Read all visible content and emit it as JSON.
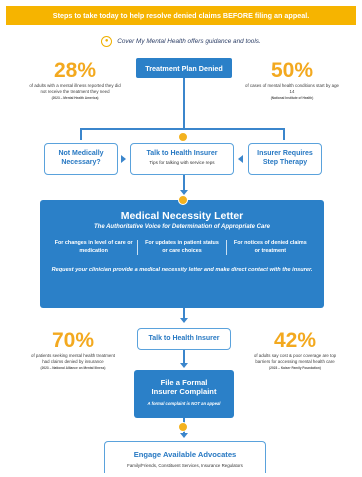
{
  "banner": {
    "text": "Steps to take today to help resolve denied claims BEFORE filing an appeal."
  },
  "intro": {
    "text": "Cover My Mental Health offers guidance and tools."
  },
  "stats": {
    "top_left": {
      "value": "28%",
      "text": "of adults with a mental illness reported they did not receive the treatment they need",
      "source": "(2023 – Mental Health America)"
    },
    "top_right": {
      "value": "50%",
      "text": "of cases of mental health conditions start by age 14",
      "source": "(National Institute of Health)"
    },
    "bottom_left": {
      "value": "70%",
      "text": "of patients seeking mental health treatment had claims denied by insurance",
      "source": "(2023 – National Alliance on Mental Illness)"
    },
    "bottom_right": {
      "value": "42%",
      "text": "of adults say cost & poor coverage are top barriers for accessing mental health care",
      "source": "(2023 – Kaiser Family Foundation)"
    }
  },
  "flow": {
    "treatment_plan_denied": "Treatment Plan Denied",
    "not_medically_necessary": "Not Medically Necessary?",
    "talk_to_insurer": "Talk to Health Insurer",
    "talk_to_insurer_sub": "Tips for talking with service reps",
    "step_therapy": "Insurer Requires Step Therapy",
    "mnl_title": "Medical Necessity Letter",
    "mnl_subtitle": "The Authoritative Voice for Determination of Appropriate Care",
    "mnl_col1": "For changes in level of care or medication",
    "mnl_col2": "For updates in patient status or care choices",
    "mnl_col3": "For notices of denied claims or treatment",
    "mnl_note": "Request your clinician provide a medical necessity letter and make direct contact with the insurer.",
    "talk_to_insurer_2": "Talk to Health Insurer",
    "complaint_title": "File a Formal Insurer Complaint",
    "complaint_note": "A formal complaint is NOT an appeal",
    "advocates_title": "Engage Available Advocates",
    "advocates_sub": "Family/Friends, Constituent Services, Insurance Regulators"
  },
  "colors": {
    "accent": "#f6b400",
    "primary": "#2b80c8",
    "stat": "#f3a91f"
  }
}
